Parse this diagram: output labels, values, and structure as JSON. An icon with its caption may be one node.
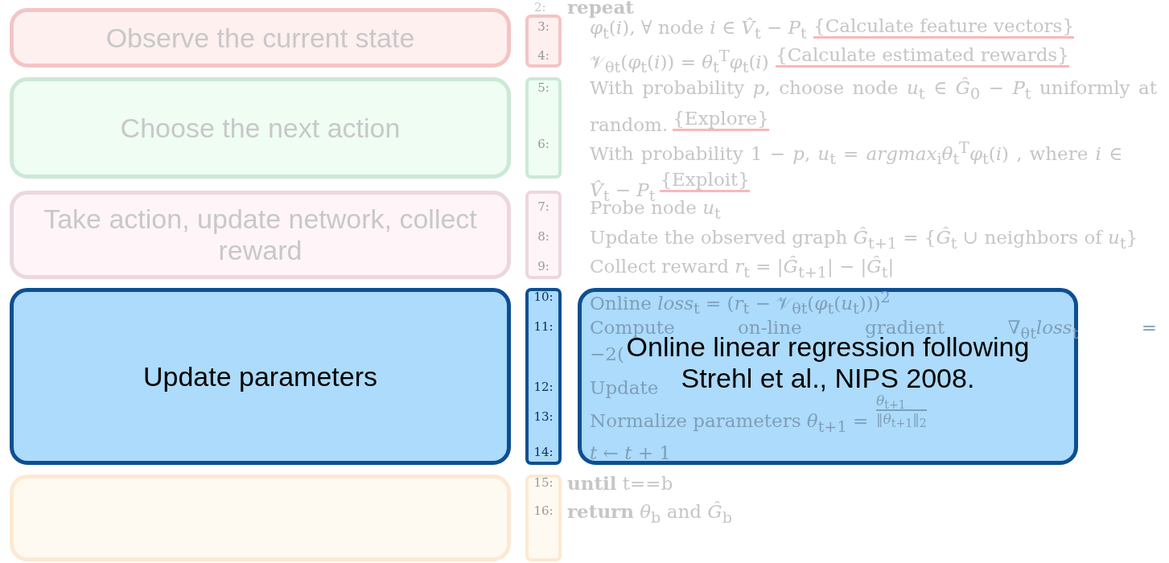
{
  "diagram": {
    "nodes": [
      {
        "text": [
          "Observe the current state"
        ]
      },
      {
        "text": [
          "Choose the next action"
        ]
      },
      {
        "text": [
          "Take action, update network, collect reward"
        ]
      },
      {
        "text": [
          "Update parameters"
        ]
      },
      {
        "text": [],
        "shape": "box"
      },
      {
        "text": [
          "3:",
          "4:"
        ]
      },
      {
        "text": [
          "5:",
          "6:"
        ]
      },
      {
        "text": [
          "7:",
          "8:",
          "9:"
        ]
      },
      {
        "text": [
          "10:",
          "11:",
          "12:",
          "13:",
          "14:"
        ]
      },
      {
        "text": [
          "15:",
          "16:"
        ]
      },
      {
        "text": [
          "Online linear regression following Strehl et al., NIPS 2008."
        ]
      }
    ],
    "edges": [],
    "labels": [
      "2:",
      "repeat",
      "*φ*$_{t}$(*i*), ∀ node *i* ∈ *V̂*$_{t}$ − *P*$_{t}$",
      "{Calculate feature vectors}",
      "𝒱$_{θt}$(*φ*$_{t}$(*i*)) = *θ*$_{t}$$^{T}$*φ*$_{t}$(*i*)",
      "{Calculate estimated rewards}",
      "With probability *p*, choose node *u*$_{t}$ ∈ *Ĝ*$_{0}$ − *P*$_{t}$ uniformly at random.",
      "{Explore}",
      "With probability 1 − *p*, *u*$_{t}$ = *argmax*$_{i}$*θ*$_{t}$$^{T}$*φ*$_{t}$(*i*) , where *i* ∈ *V̂*$_{t}$ − *P*$_{t}$",
      "{Exploit}",
      "Probe node *u*$_{t}$",
      "Update the observed graph *Ĝ*$_{t+1}$ = {*Ĝ*$_{t}$ ∪  neighbors of *u*$_{t}$}",
      "Collect reward *r*$_{t}$ = |*Ĝ*$_{t+1}$| − |*Ĝ*$_{t}$|",
      "Online *loss*$_{t}$ = (*r*$_{t}$ − 𝒱$_{θt}$(*φ*$_{t}$(*u*$_{t}$)))$^{2}$",
      "Compute on-line gradient ∇$_{θt}$*loss*$_{t}$ =",
      "−2(",
      "Update",
      "Normalize parameters *θ*$_{t+1}$ =",
      "*θ*$_{t+1}$",
      "‖*θ*$_{t+1}$‖$_{2}$",
      "*t* ← *t* + 1",
      "**until** t==b",
      "**return**  *θ*$_{b}$ and *Ĝ*$_{b}$"
    ]
  }
}
